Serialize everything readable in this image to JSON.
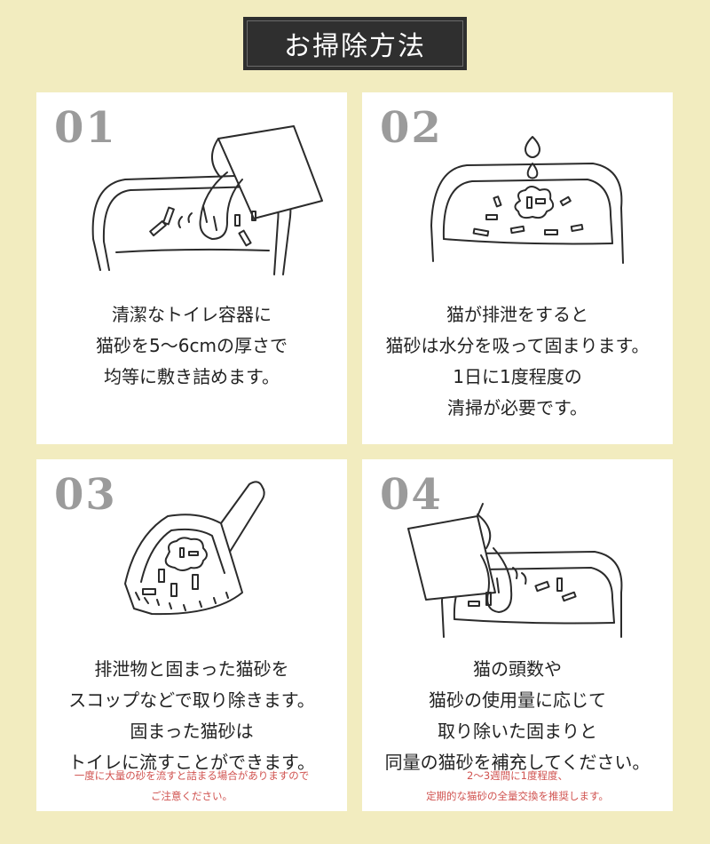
{
  "title": "お掃除方法",
  "steps": [
    {
      "number": "01",
      "lines": [
        "清潔なトイレ容器に",
        "猫砂を5〜6cmの厚さで",
        "均等に敷き詰めます。"
      ],
      "illustration": "pouring-litter-into-box-icon"
    },
    {
      "number": "02",
      "lines": [
        "猫が排泄をすると",
        "猫砂は水分を吸って固まります。",
        "1日に1度程度の",
        "清掃が必要です。"
      ],
      "illustration": "litter-absorbing-drop-icon"
    },
    {
      "number": "03",
      "lines": [
        "排泄物と固まった猫砂を",
        "スコップなどで取り除きます。",
        "固まった猫砂は",
        "トイレに流すことができます。"
      ],
      "note": [
        "一度に大量の砂を流すと詰まる場合がありますので",
        "ご注意ください。"
      ],
      "illustration": "scoop-with-clump-icon"
    },
    {
      "number": "04",
      "lines": [
        "猫の頭数や",
        "猫砂の使用量に応じて",
        "取り除いた固まりと",
        "同量の猫砂を補充してください。"
      ],
      "note": [
        "2〜3週間に1度程度、",
        "定期的な猫砂の全量交換を推奨します。"
      ],
      "illustration": "refilling-litter-icon"
    }
  ],
  "colors": {
    "background": "#f2ecbf",
    "card": "#ffffff",
    "title_bg": "#2f2f2f",
    "number": "#9b9b9b",
    "note": "#d0524f"
  }
}
